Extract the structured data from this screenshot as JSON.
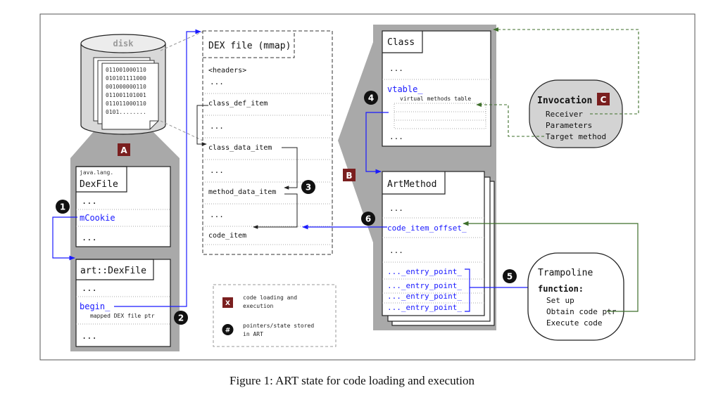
{
  "caption": "Figure 1: ART state for code loading and execution",
  "markers": {
    "A": "A",
    "B": "B",
    "C": "C"
  },
  "steps": {
    "s1": "1",
    "s2": "2",
    "s3": "3",
    "s4": "4",
    "s5": "5",
    "s6": "6"
  },
  "disk": {
    "label": "disk",
    "bits": [
      "011001000110",
      "010101111000",
      "001000000110",
      "011001101001",
      "011011000110",
      "0101........"
    ]
  },
  "java_dexfile": {
    "package": "java.lang.",
    "title": "DexFile",
    "row1": "...",
    "field": "mCookie",
    "row3": "..."
  },
  "art_dexfile": {
    "title": "art::DexFile",
    "row1": "...",
    "field": "begin_",
    "note": "mapped DEX file ptr",
    "row3": "..."
  },
  "dex_file": {
    "title": "DEX file (mmap)",
    "rows": [
      "<headers>",
      "...",
      "class_def_item",
      "...",
      "class_data_item",
      "...",
      "method_data_item",
      "...",
      "code_item"
    ]
  },
  "class_box": {
    "title": "Class",
    "row1": "...",
    "vtable": "vtable_",
    "vtable_note": "virtual methods table",
    "row3": "..."
  },
  "art_method": {
    "title": "ArtMethod",
    "row1": "...",
    "code_item_offset": "code_item_offset_",
    "row3": "...",
    "entry_points": [
      "..._entry_point_",
      "..._entry_point_",
      "..._entry_point_",
      "..._entry_point_"
    ]
  },
  "invocation": {
    "title": "Invocation",
    "items": [
      "Receiver",
      "Parameters",
      "Target method"
    ]
  },
  "trampoline": {
    "title": "Trampoline",
    "function": "function:",
    "items": [
      "Set up",
      "Obtain code ptr",
      "Execute code"
    ]
  },
  "legend": {
    "x_marker": "X",
    "x_label_1": "code loading and",
    "x_label_2": "execution",
    "hash_marker": "#",
    "hash_label_1": "pointers/state stored",
    "hash_label_2": "in ART"
  },
  "colors": {
    "blue": "#1a1aff",
    "green": "#3e6f2a",
    "maroon": "#7a1f1f",
    "gray": "#a9a9a9",
    "light_gray": "#d3d3d3"
  }
}
